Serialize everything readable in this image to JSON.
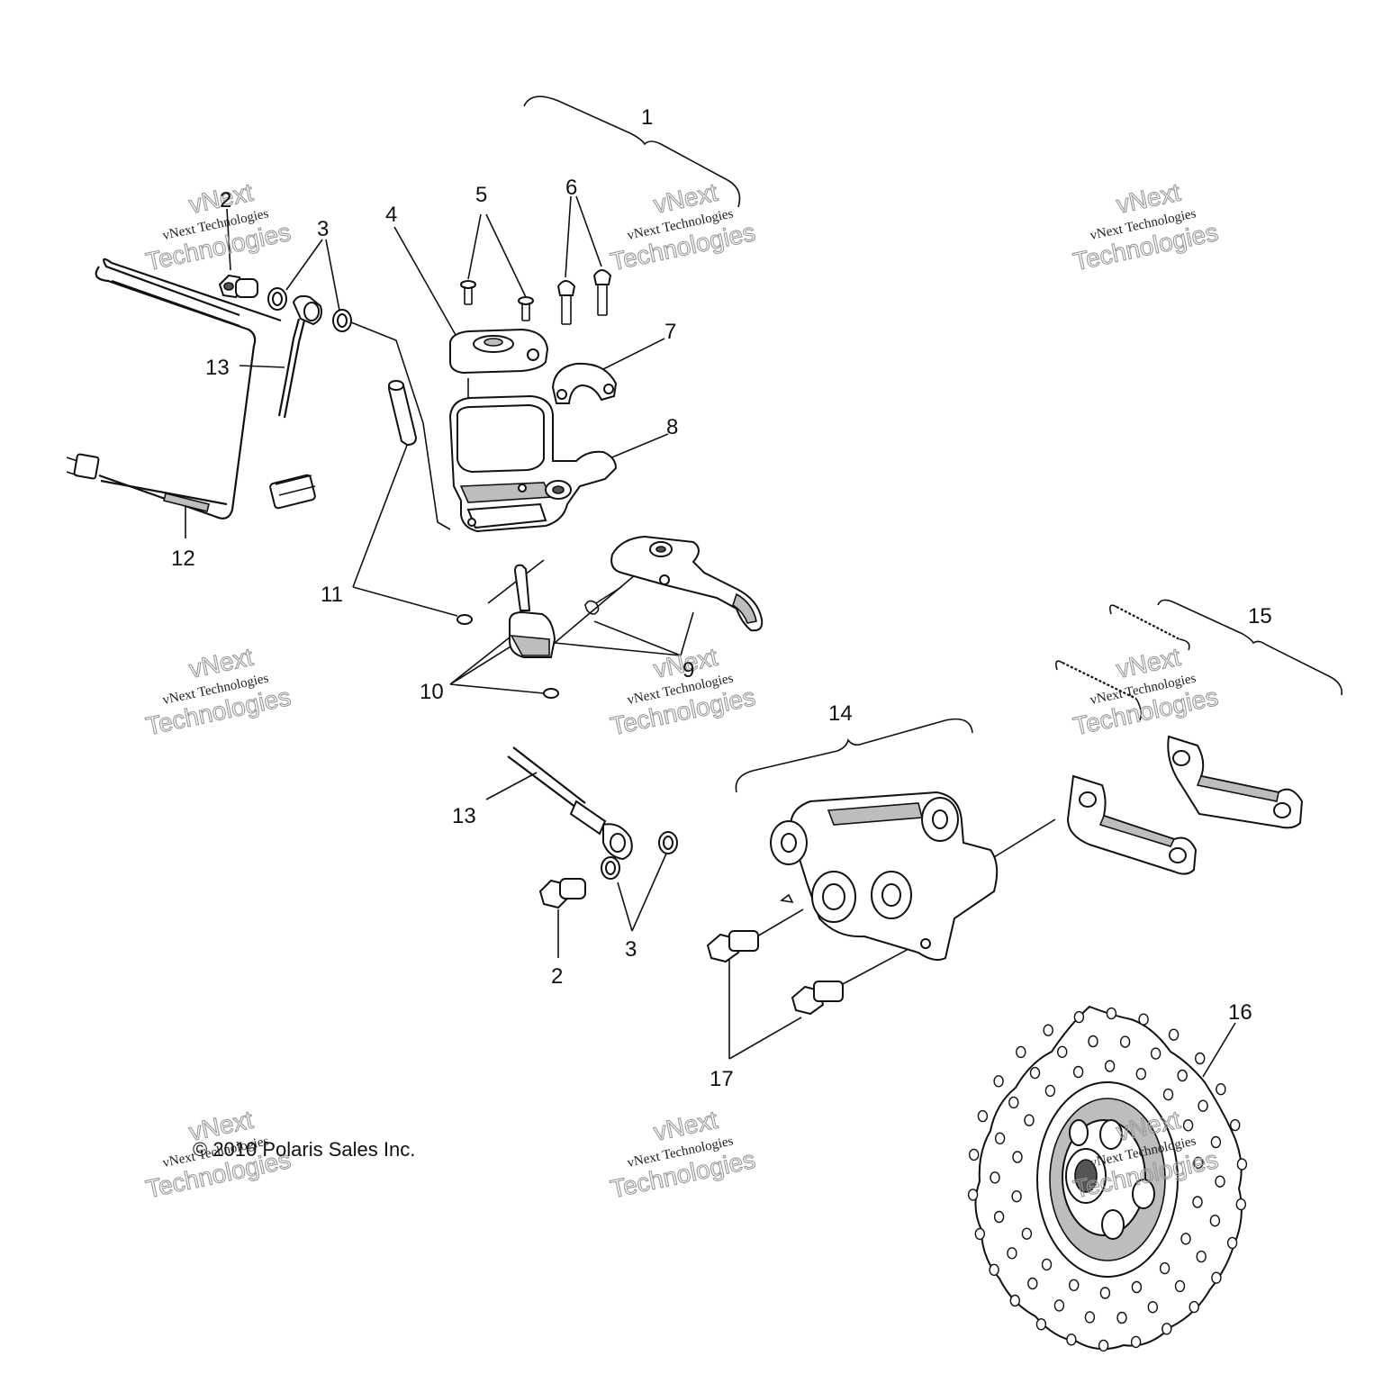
{
  "callouts": [
    {
      "id": "c1",
      "label": "1"
    },
    {
      "id": "c2a",
      "label": "2"
    },
    {
      "id": "c2b",
      "label": "2"
    },
    {
      "id": "c3a",
      "label": "3"
    },
    {
      "id": "c3b",
      "label": "3"
    },
    {
      "id": "c4",
      "label": "4"
    },
    {
      "id": "c5",
      "label": "5"
    },
    {
      "id": "c6",
      "label": "6"
    },
    {
      "id": "c7",
      "label": "7"
    },
    {
      "id": "c8",
      "label": "8"
    },
    {
      "id": "c9",
      "label": "9"
    },
    {
      "id": "c10",
      "label": "10"
    },
    {
      "id": "c11",
      "label": "11"
    },
    {
      "id": "c12",
      "label": "12"
    },
    {
      "id": "c13a",
      "label": "13"
    },
    {
      "id": "c13b",
      "label": "13"
    },
    {
      "id": "c14",
      "label": "14"
    },
    {
      "id": "c15",
      "label": "15"
    },
    {
      "id": "c16",
      "label": "16"
    },
    {
      "id": "c17",
      "label": "17"
    }
  ],
  "copyright": "© 2010 Polaris Sales Inc.",
  "watermark": {
    "line1": "vNext",
    "line2": "vNext Technologies",
    "line3": "Technologies"
  }
}
